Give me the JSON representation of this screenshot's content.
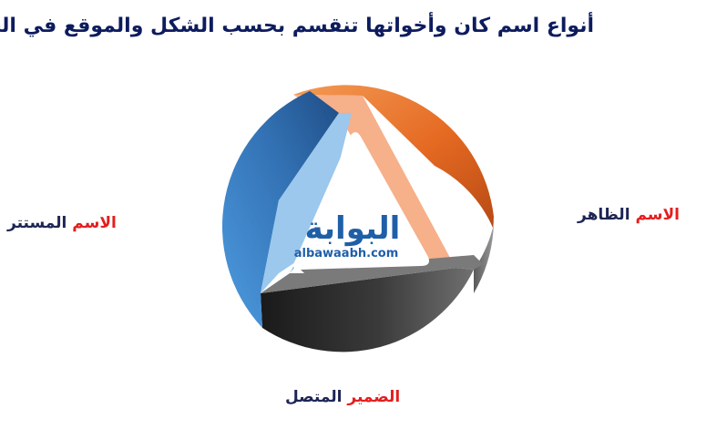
{
  "title": "أنواع اسم كان وأخواتها تنقسم بحسب الشكل والموقع في الجملة",
  "segments": [
    {
      "id": "visible",
      "highlight": "الاسم",
      "rest": " الظاهر",
      "color": "#e8702a"
    },
    {
      "id": "attached",
      "highlight": "الضمير",
      "rest": " المتصل",
      "color": "#2a2a2a"
    },
    {
      "id": "hidden",
      "highlight": "الاسم",
      "rest": " المستتر",
      "color": "#2f77bd"
    }
  ],
  "colors": {
    "title": "#0d1c5e",
    "highlight": "#e41e1e",
    "text": "#1d2554"
  },
  "watermark": {
    "arabic": "البوابة",
    "latin": "albawaabh.com"
  }
}
